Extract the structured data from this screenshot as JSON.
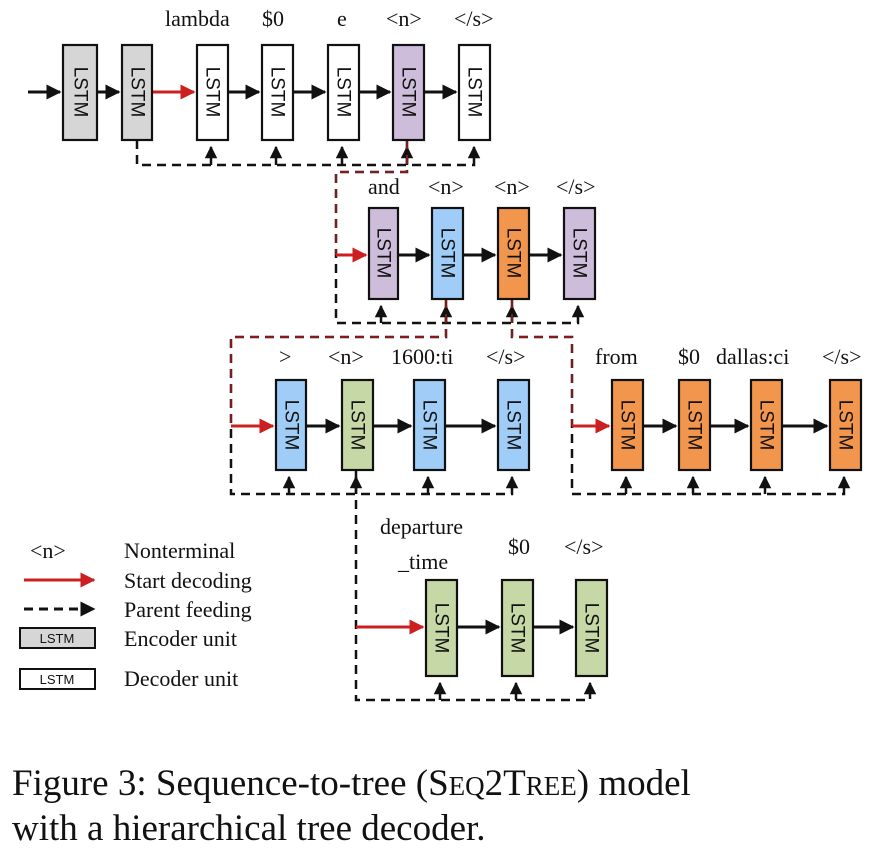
{
  "colors": {
    "encoder": "#d6d6d6",
    "decoder": "#ffffff",
    "purple": "#cdbcda",
    "blue": "#9fcdf7",
    "orange": "#f2954d",
    "green": "#c5d8a6",
    "start_arrow": "#cc1f1f",
    "black": "#111111"
  },
  "cell_label": "LSTM",
  "top_tokens": [
    "lambda",
    "$0",
    "e",
    "<n>",
    "</s>"
  ],
  "and_tokens": [
    "and",
    "<n>",
    "<n>",
    "</s>"
  ],
  "gt_tokens": [
    ">",
    "<n>",
    "1600:ti",
    "</s>"
  ],
  "from_tokens": [
    "from",
    "$0",
    "dallas:ci",
    "</s>"
  ],
  "dep_tokens": [
    "departure",
    "_time",
    "$0",
    "</s>"
  ],
  "legend": {
    "nonterminal_symbol": "<n>",
    "nonterminal_label": "Nonterminal",
    "start_label": "Start decoding",
    "parent_label": "Parent feeding",
    "encoder_box": "LSTM",
    "encoder_label": "Encoder unit",
    "decoder_box": "LSTM",
    "decoder_label": "Decoder unit"
  },
  "caption": {
    "line1_a": "Figure 3:  Sequence-to-tree (",
    "line1_b1": "S",
    "line1_b2": "EQ",
    "line1_b3": "2T",
    "line1_b4": "REE",
    "line1_c": ") model",
    "line2": "with a hierarchical tree decoder."
  }
}
